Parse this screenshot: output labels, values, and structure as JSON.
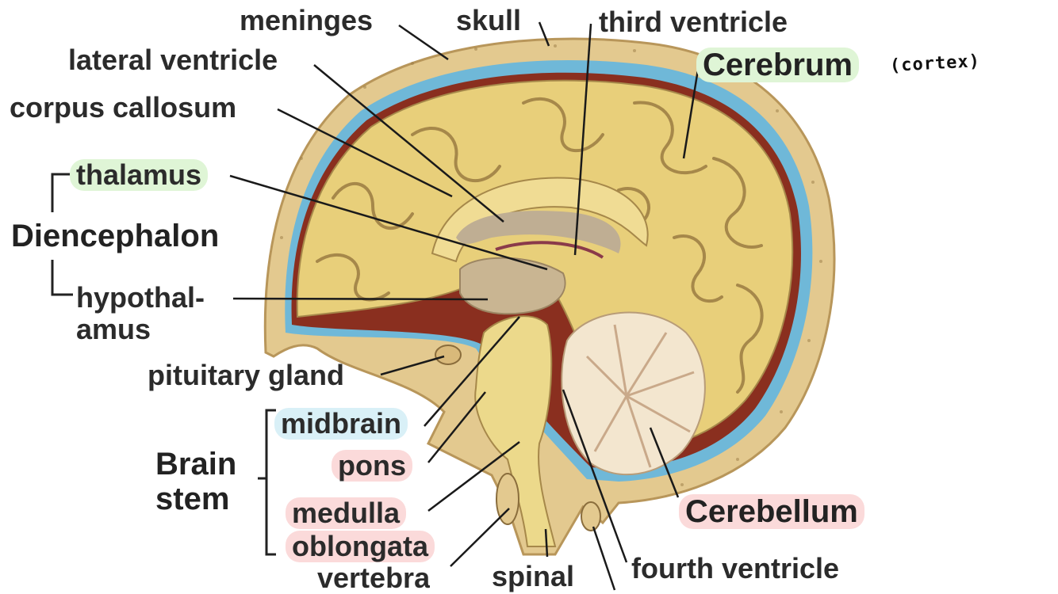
{
  "diagram": {
    "labels": {
      "meninges": "meninges",
      "skull": "skull",
      "third_ventricle": "third ventricle",
      "cerebrum": "Cerebrum",
      "cortex_note": "(cortex)",
      "lateral_ventricle": "lateral ventricle",
      "corpus_callosum": "corpus callosum",
      "thalamus": "thalamus",
      "diencephalon": "Diencephalon",
      "hypothalamus_1": "hypothal-",
      "hypothalamus_2": "amus",
      "pituitary_gland": "pituitary gland",
      "midbrain": "midbrain",
      "brain_stem_1": "Brain",
      "brain_stem_2": "stem",
      "pons": "pons",
      "medulla": "medulla",
      "oblongata": "oblongata",
      "cerebellum": "Cerebellum",
      "fourth_ventricle": "fourth ventricle",
      "vertebra": "vertebra",
      "spinal": "spinal"
    },
    "highlight_colors": {
      "green": "#dff5d6",
      "blue": "#d9f0f7",
      "pink": "#fbdada"
    },
    "tissue_colors": {
      "cerebrum": "#e8cf7a",
      "skull": "#e3c98f",
      "meninges": "#6fb8d8",
      "cerebellum": "#f3e6cf",
      "ventricle": "#bfae93"
    }
  }
}
